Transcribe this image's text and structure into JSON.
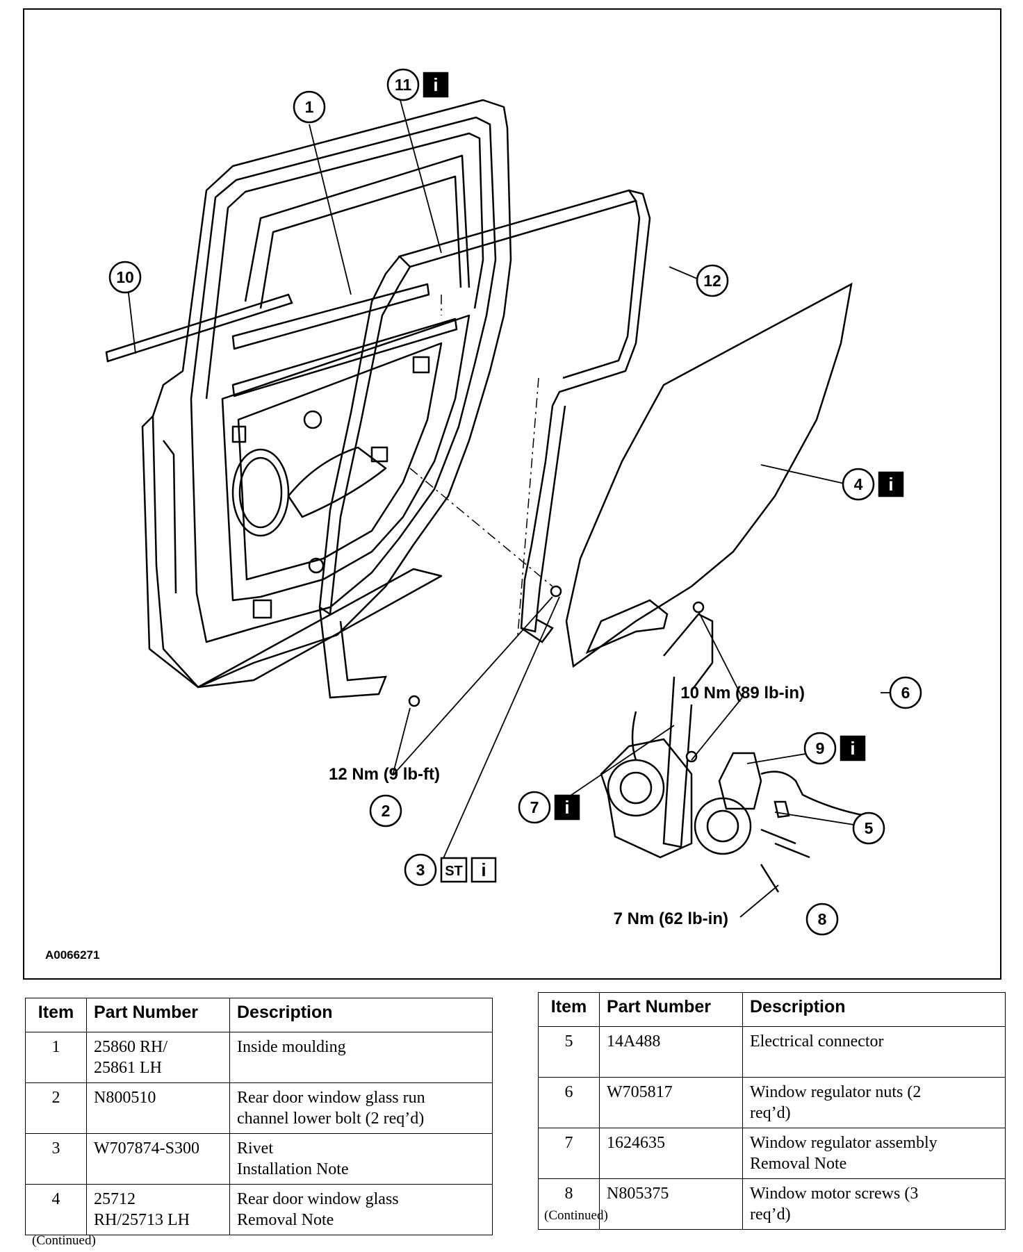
{
  "diagram": {
    "figure_id": "A0066271",
    "callouts": [
      {
        "num": "1",
        "info": false,
        "st": false
      },
      {
        "num": "2",
        "info": false,
        "st": false
      },
      {
        "num": "3",
        "info": true,
        "st": true
      },
      {
        "num": "4",
        "info": true,
        "st": false
      },
      {
        "num": "5",
        "info": false,
        "st": false
      },
      {
        "num": "6",
        "info": false,
        "st": false
      },
      {
        "num": "7",
        "info": true,
        "st": false
      },
      {
        "num": "8",
        "info": false,
        "st": false
      },
      {
        "num": "9",
        "info": true,
        "st": false
      },
      {
        "num": "10",
        "info": false,
        "st": false
      },
      {
        "num": "11",
        "info": true,
        "st": false
      },
      {
        "num": "12",
        "info": false,
        "st": false
      }
    ],
    "torque_labels": {
      "item2": "12 Nm (9 lb-ft)",
      "item6": "10 Nm (89 lb-in)",
      "item8": "7 Nm (62 lb-in)"
    },
    "info_icon_label": "i",
    "special_tool_label": "ST"
  },
  "tables": {
    "headers": {
      "item": "Item",
      "part_number": "Part Number",
      "description": "Description"
    },
    "left": {
      "rows": [
        {
          "item": "1",
          "part_number": "25860 RH/\n25861 LH",
          "description": "Inside moulding"
        },
        {
          "item": "2",
          "part_number": "N800510",
          "description": "Rear door window glass run\nchannel lower bolt (2 req’d)"
        },
        {
          "item": "3",
          "part_number": "W707874-S300",
          "description": "Rivet\nInstallation Note"
        },
        {
          "item": "4",
          "part_number": "25712\nRH/25713 LH",
          "description": "Rear door window glass\nRemoval Note"
        }
      ],
      "continued": "(Continued)"
    },
    "right": {
      "rows": [
        {
          "item": "5",
          "part_number": "14A488",
          "description": "Electrical connector"
        },
        {
          "item": "6",
          "part_number": "W705817",
          "description": "Window regulator nuts (2\nreq’d)"
        },
        {
          "item": "7",
          "part_number": "1624635",
          "description": "Window regulator assembly\nRemoval Note"
        },
        {
          "item": "8",
          "part_number": "N805375",
          "description": "Window motor screws (3\nreq’d)"
        }
      ],
      "continued": "(Continued)"
    }
  }
}
